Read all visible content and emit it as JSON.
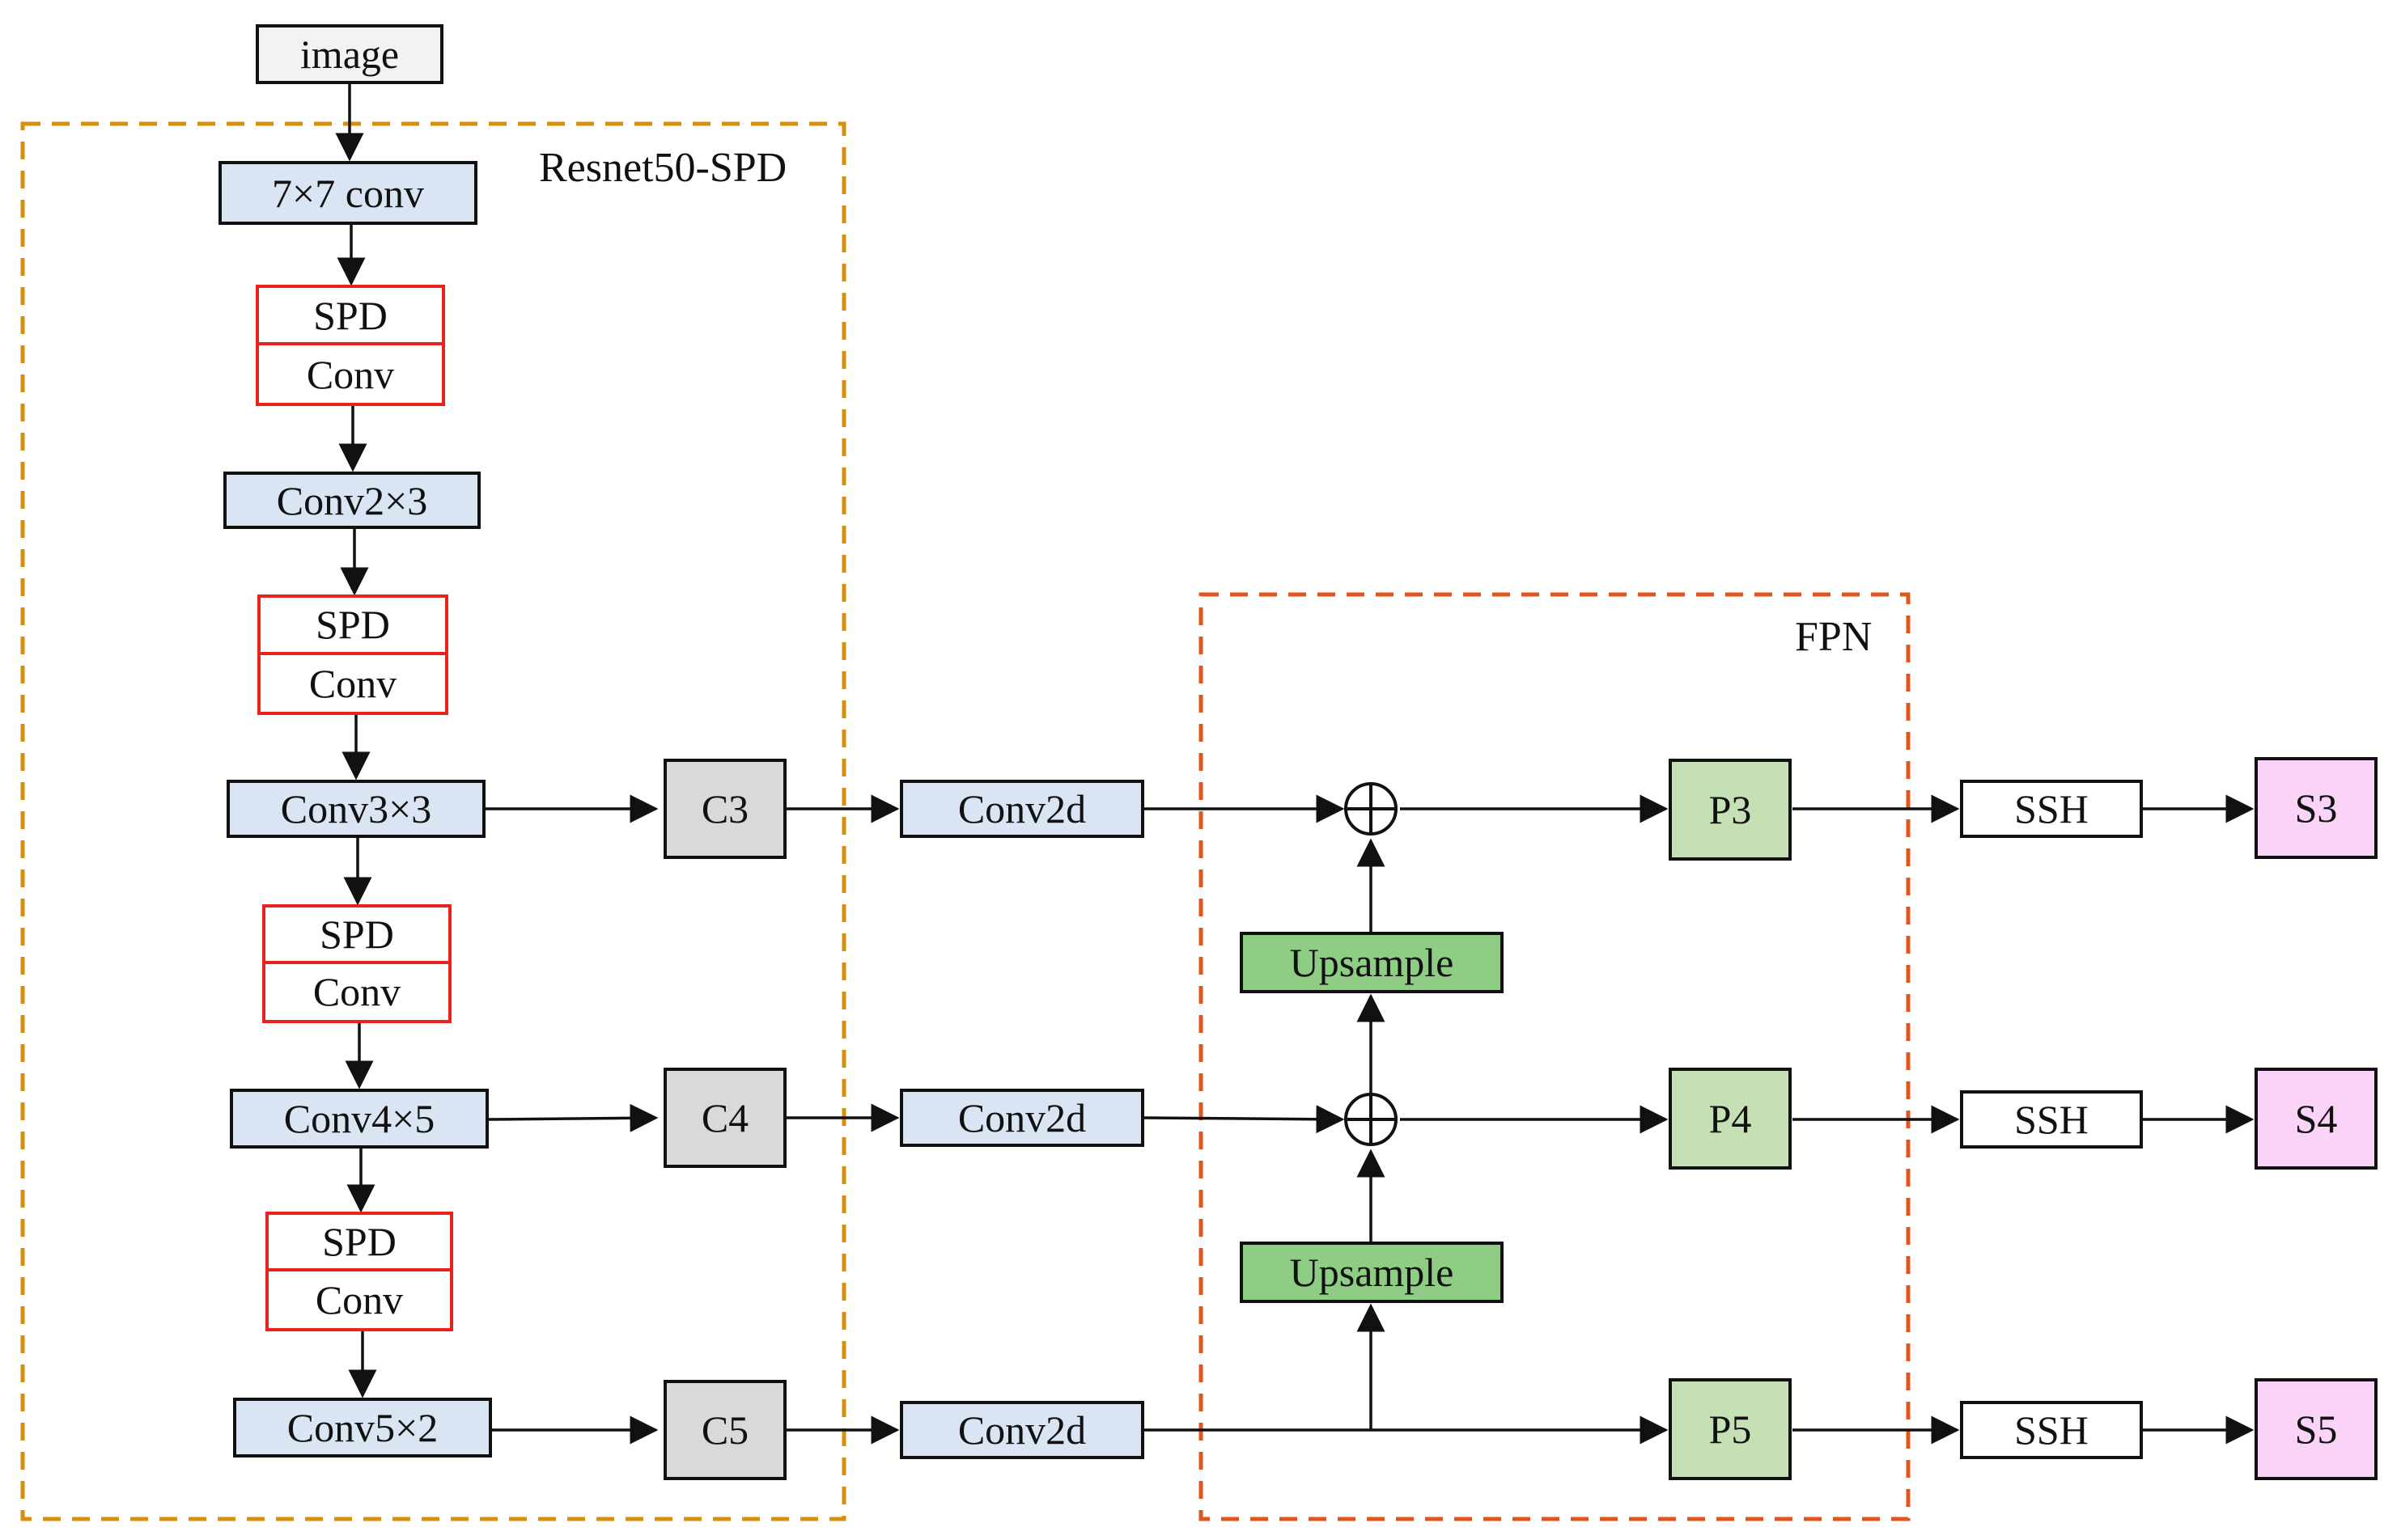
{
  "regions": {
    "backbone_label": "Resnet50-SPD",
    "fpn_label": "FPN",
    "backbone_color": "#d6900c",
    "fpn_color": "#e0561e"
  },
  "backbone": {
    "image": "image",
    "conv7": "7×7 conv",
    "spd_top": "SPD",
    "spd_bottom": "Conv",
    "conv2": "Conv2×3",
    "conv3": "Conv3×3",
    "conv4": "Conv4×5",
    "conv5": "Conv5×2"
  },
  "features": {
    "c3": "C3",
    "c4": "C4",
    "c5": "C5"
  },
  "lateral": {
    "conv2d": "Conv2d"
  },
  "fpn": {
    "upsample": "Upsample",
    "p3": "P3",
    "p4": "P4",
    "p5": "P5",
    "merge_op": "element-wise add"
  },
  "heads": {
    "ssh": "SSH",
    "s3": "S3",
    "s4": "S4",
    "s5": "S5"
  },
  "colors": {
    "conv_block": "#dae5f3",
    "feature_block": "#d9d9d9",
    "pyramid_block": "#c5e0b4",
    "upsample_block": "#8fcc84",
    "output_block": "#fbd2f8",
    "spd_border": "#e8221c"
  }
}
